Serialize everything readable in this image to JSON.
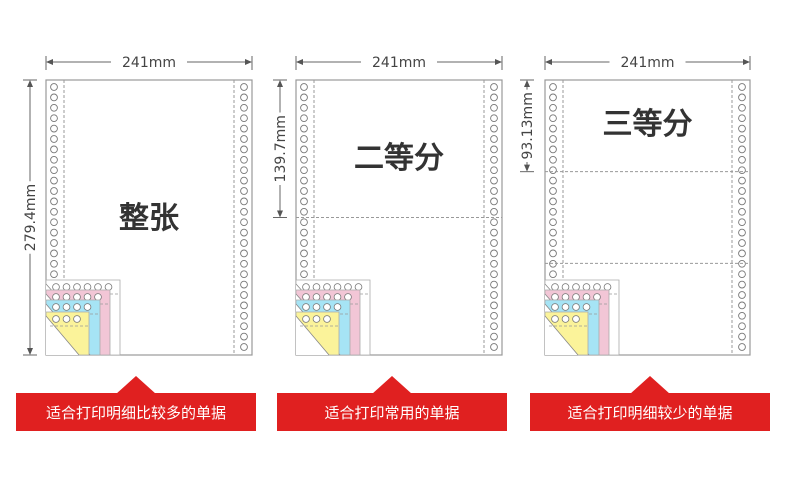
{
  "colors": {
    "banner": "#e02020",
    "paper_border": "#999999",
    "pink": "#f2c6d6",
    "blue": "#a6e4f5",
    "yellow": "#fbf39a"
  },
  "panels": [
    {
      "title": "整张",
      "width_label": "241mm",
      "height_label": "279.4mm",
      "divisions": 1,
      "caption": "适合打印明细比较多的单据"
    },
    {
      "title": "二等分",
      "width_label": "241mm",
      "height_label": "139.7mm",
      "divisions": 2,
      "caption": "适合打印常用的单据"
    },
    {
      "title": "三等分",
      "width_label": "241mm",
      "height_label": "93.13mm",
      "divisions": 3,
      "caption": "适合打印明细较少的单据"
    }
  ]
}
